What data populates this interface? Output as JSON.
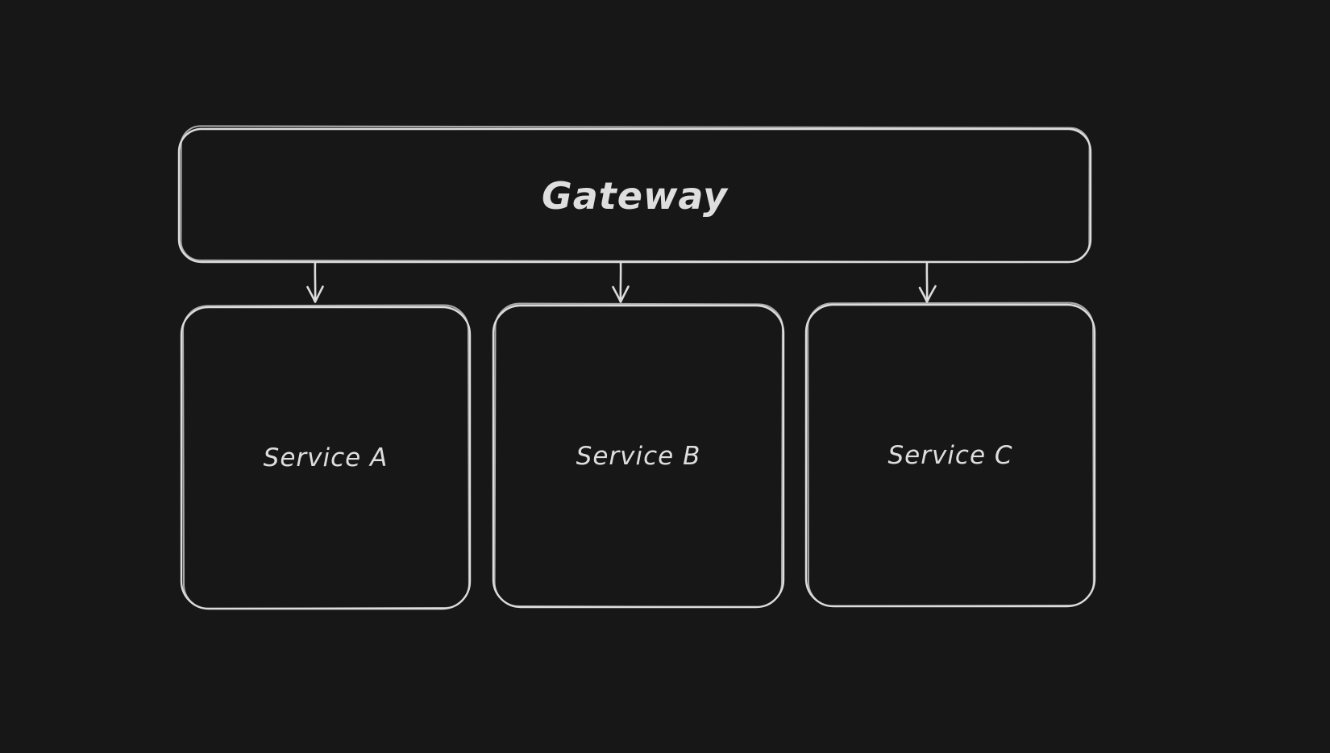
{
  "diagram": {
    "background_color": "#171717",
    "stroke_color": "#dcdcdc",
    "text_color": "#dedede",
    "style": "hand-drawn sketch (excalidraw-like), dark mode",
    "nodes": [
      {
        "id": "gateway",
        "label": "Gateway",
        "type": "rounded-rectangle"
      },
      {
        "id": "service-a",
        "label": "Service A",
        "type": "rounded-rectangle"
      },
      {
        "id": "service-b",
        "label": "Service B",
        "type": "rounded-rectangle"
      },
      {
        "id": "service-c",
        "label": "Service C",
        "type": "rounded-rectangle"
      }
    ],
    "edges": [
      {
        "from": "gateway",
        "to": "service-a",
        "type": "arrow-down"
      },
      {
        "from": "gateway",
        "to": "service-b",
        "type": "arrow-down"
      },
      {
        "from": "gateway",
        "to": "service-c",
        "type": "arrow-down"
      }
    ]
  }
}
